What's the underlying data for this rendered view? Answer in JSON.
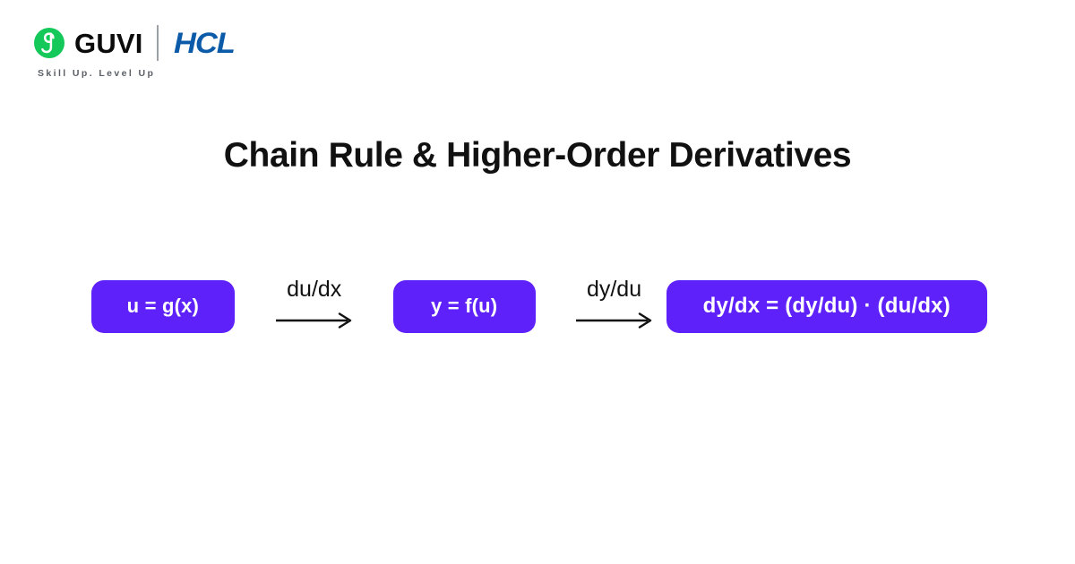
{
  "brand": {
    "logo_mark": "guvi-g-monogram",
    "name": "GUVI",
    "partner": "HCL",
    "tagline": "Skill Up. Level Up",
    "colors": {
      "guvi_green": "#14C85A",
      "hcl_blue": "#0C5BA9",
      "divider_gray": "#9AA0A6",
      "tagline_gray": "#5A5F66"
    }
  },
  "title": "Chain Rule & Higher-Order Derivatives",
  "diagram": {
    "type": "flow",
    "accent_color": "#5F21FA",
    "box_text_color": "#FFFFFF",
    "nodes": [
      {
        "id": "inner-function",
        "label": "u = g(x)"
      },
      {
        "id": "outer-function",
        "label": "y = f(u)"
      },
      {
        "id": "chain-rule-result",
        "label": "dy/dx = (dy/du) · (du/dx)"
      }
    ],
    "arrows": [
      {
        "id": "arrow-du-dx",
        "label": "du/dx",
        "from": "inner-function",
        "to": "outer-function"
      },
      {
        "id": "arrow-dy-du",
        "label": "dy/du",
        "from": "outer-function",
        "to": "chain-rule-result"
      }
    ]
  }
}
